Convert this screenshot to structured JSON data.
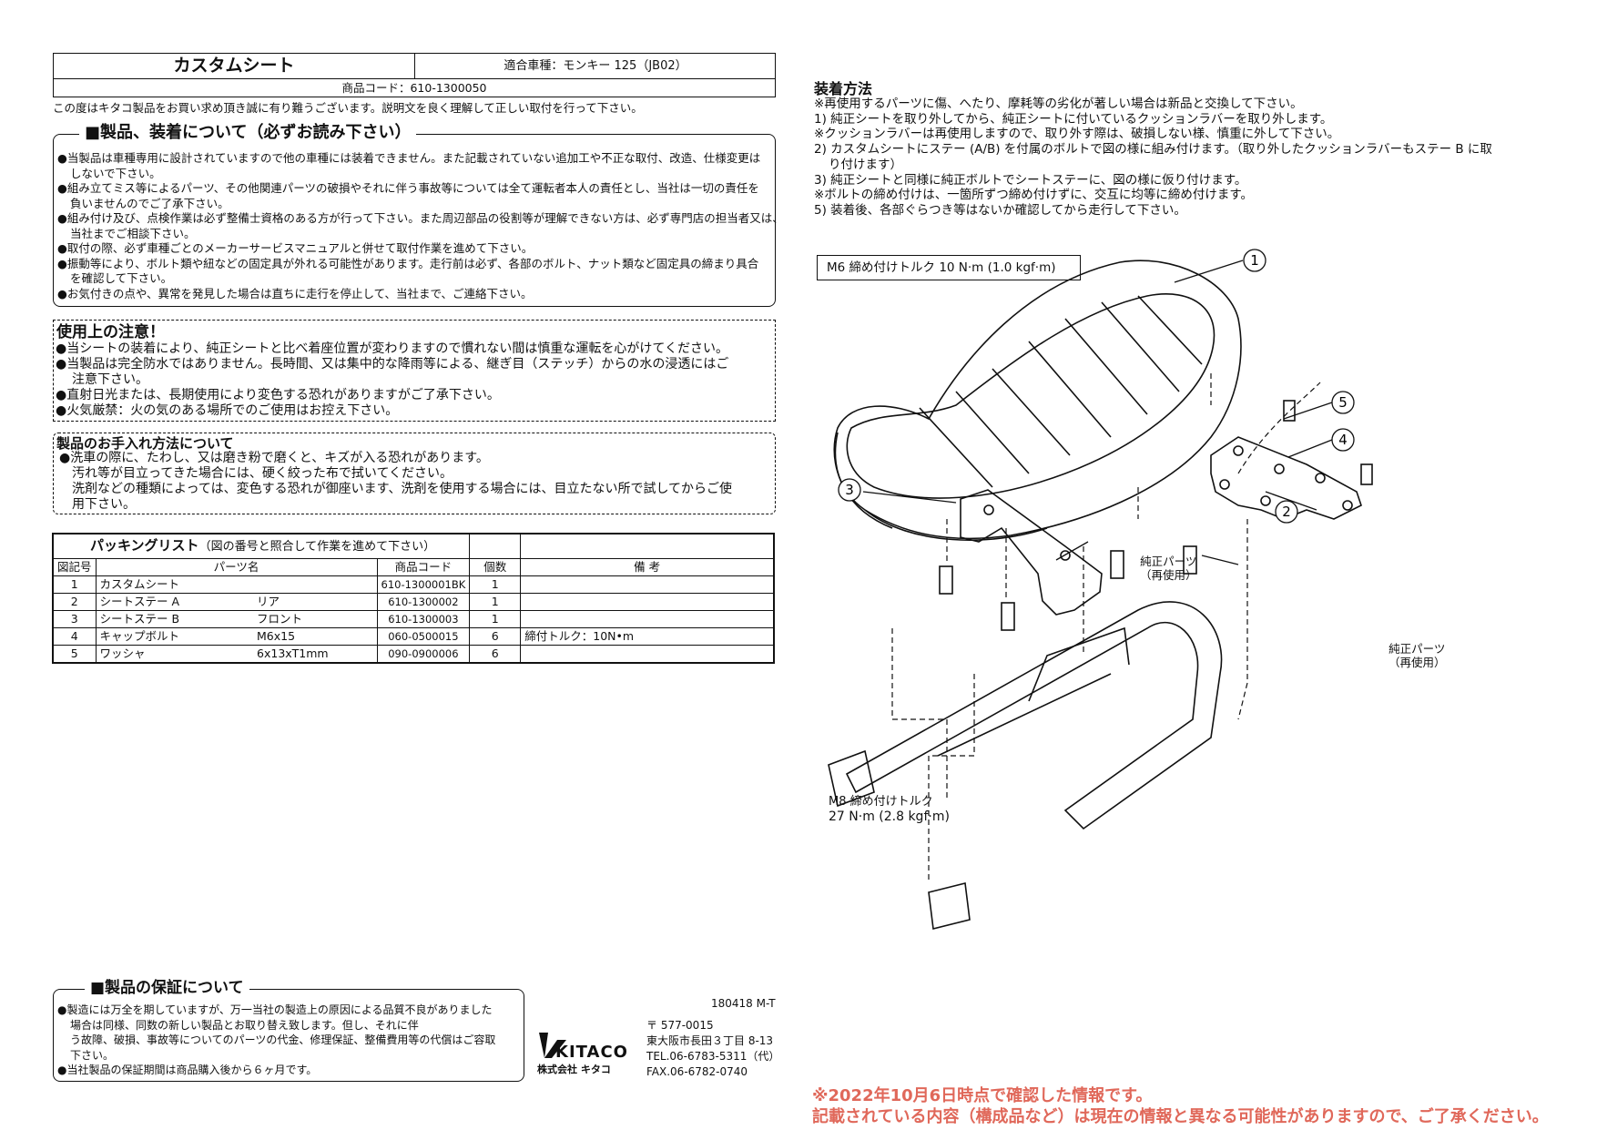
{
  "title": {
    "product_name": "カスタムシート",
    "fitment": "適合車種：モンキー 125（JB02）",
    "product_code": "商品コード：610-1300050"
  },
  "intro": "この度はキタコ製品をお買い求め頂き誠に有り難うございます。説明文を良く理解して正しい取付を行って下さい。",
  "product_install": {
    "heading": "■製品、装着について（必ずお読み下さい）",
    "lines": [
      "●当製品は車種専用に設計されていますので他の車種には装着できません。また記載されていない追加工や不正な取付、改造、仕様変更は",
      "しないで下さい。",
      "●組み立てミス等によるパーツ、その他関連パーツの破損やそれに伴う事故等については全て運転者本人の責任とし、当社は一切の責任を",
      "負いませんのでご了承下さい。",
      "●組み付け及び、点検作業は必ず整備士資格のある方が行って下さい。また周辺部品の役割等が理解できない方は、必ず専門店の担当者又は、",
      "当社までご相談下さい。",
      "●取付の際、必ず車種ごとのメーカーサービスマニュアルと併せて取付作業を進めて下さい。",
      "●振動等により、ボルト類や紐などの固定具が外れる可能性があります。走行前は必ず、各部のボルト、ナット類など固定具の締まり具合",
      "を確認して下さい。",
      "●お気付きの点や、異常を発見した場合は直ちに走行を停止して、当社まで、ご連絡下さい。"
    ]
  },
  "usage_cautions": {
    "heading": "使用上の注意！",
    "lines": [
      "●当シートの装着により、純正シートと比べ着座位置が変わりますので慣れない間は慎重な運転を心がけてください。",
      "●当製品は完全防水ではありません。長時間、又は集中的な降雨等による、継ぎ目（ステッチ）からの水の浸透にはご",
      "注意下さい。",
      "●直射日光または、長期使用により変色する恐れがありますがご了承下さい。",
      "●火気厳禁：火の気のある場所でのご使用はお控え下さい。"
    ]
  },
  "care": {
    "heading": "製品のお手入れ方法について",
    "lines": [
      "●洗車の際に、たわし、又は磨き粉で磨くと、キズが入る恐れがあります。",
      "汚れ等が目立ってきた場合には、硬く絞った布で拭いてください。",
      "洗剤などの種類によっては、変色する恐れが御座います、洗剤を使用する場合には、目立たない所で試してからご使",
      "用下さい。"
    ]
  },
  "packing_list": {
    "title": "パッキングリスト",
    "subtitle": "（図の番号と照合して作業を進めて下さい）",
    "headers": [
      "図記号",
      "パーツ名",
      "商品コード",
      "個数",
      "備 考"
    ],
    "rows": [
      {
        "no": "1",
        "name": "カスタムシート",
        "spec": "",
        "code": "610-1300001BK",
        "qty": "1",
        "note": ""
      },
      {
        "no": "2",
        "name": "シートステー A",
        "spec": "リア",
        "code": "610-1300002",
        "qty": "1",
        "note": ""
      },
      {
        "no": "3",
        "name": "シートステー B",
        "spec": "フロント",
        "code": "610-1300003",
        "qty": "1",
        "note": ""
      },
      {
        "no": "4",
        "name": "キャップボルト",
        "spec": "M6x15",
        "code": "060-0500015",
        "qty": "6",
        "note": "締付トルク：10N•m"
      },
      {
        "no": "5",
        "name": "ワッシャ",
        "spec": "6x13xT1mm",
        "code": "090-0900006",
        "qty": "6",
        "note": ""
      }
    ]
  },
  "warranty": {
    "heading": "■製品の保証について",
    "lines": [
      "●製造には万全を期していますが、万一当社の製造上の原因による品質不良がありました",
      "場合は同様、同数の新しい製品とお取り替え致します。但し、それに伴",
      "う故障、破損、事故等についてのパーツの代金、修理保証、整備費用等の代償はご容取",
      "下さい。",
      "●当社製品の保証期間は商品購入後から６ヶ月です。"
    ]
  },
  "footer": {
    "doc_code": "180418 M-T",
    "brand": "KITACO",
    "brand_sub": "株式会社 キタコ",
    "postal": "〒 577-0015",
    "address": "東大阪市長田３丁目 8-13",
    "tel": "TEL.06-6783-5311（代）",
    "fax": "FAX.06-6782-0740"
  },
  "install": {
    "heading": "装着方法",
    "lines": [
      "※再使用するパーツに傷、へたり、摩耗等の劣化が著しい場合は新品と交換して下さい。",
      "1) 純正シートを取り外してから、純正シートに付いているクッションラバーを取り外します。",
      "※クッションラバーは再使用しますので、取り外す際は、破損しない様、慎重に外して下さい。",
      "2) カスタムシートにステー (A/B) を付属のボルトで図の様に組み付けます。（取り外したクッションラバーもステー B に取",
      "り付けます）",
      "3) 純正シートと同様に純正ボルトでシートステーに、図の様に仮り付けます。",
      "※ボルトの締め付けは、一箇所ずつ締め付けずに、交互に均等に締め付けます。",
      "5) 装着後、各部ぐらつき等はないか確認してから走行して下さい。"
    ]
  },
  "diagram": {
    "torque_m6": "M6 締め付けトルク  10 N·m (1.0 kgf·m)",
    "torque_m8_label": "M8 締め付けトルク",
    "torque_m8_value": "27 N·m (2.8 kgf·m)",
    "genuine_parts": "純正パーツ",
    "reused": "（再使用）",
    "callouts": [
      "1",
      "2",
      "3",
      "4",
      "5"
    ]
  },
  "notice": {
    "line1": "※2022年10月6日時点で確認した情報です。",
    "line2": "記載されている内容（構成品など）は現在の情報と異なる可能性がありますので、ご了承ください。"
  }
}
